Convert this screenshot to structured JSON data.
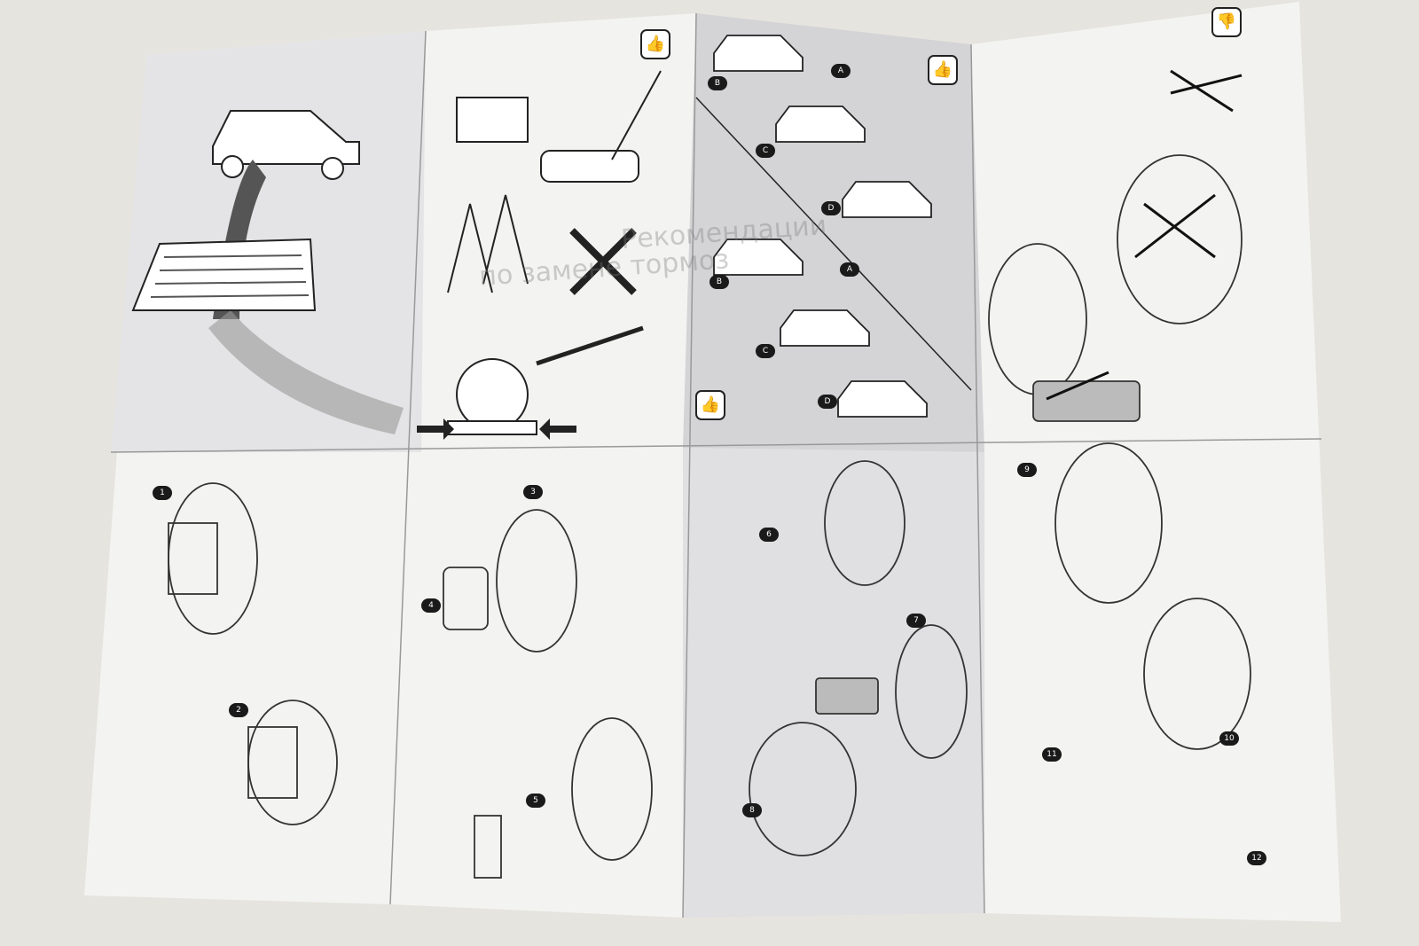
{
  "ghost_text": {
    "line1": "Рекомендации",
    "line2": "по замене тормоз"
  },
  "letters": {
    "a": "A",
    "b": "B",
    "c": "C",
    "d": "D"
  },
  "steps": [
    "1",
    "2",
    "3",
    "4",
    "5",
    "6",
    "7",
    "8",
    "9",
    "10",
    "11",
    "12"
  ],
  "icons": {
    "approve": "thumbs-up-icon",
    "reject": "thumbs-down-icon"
  }
}
